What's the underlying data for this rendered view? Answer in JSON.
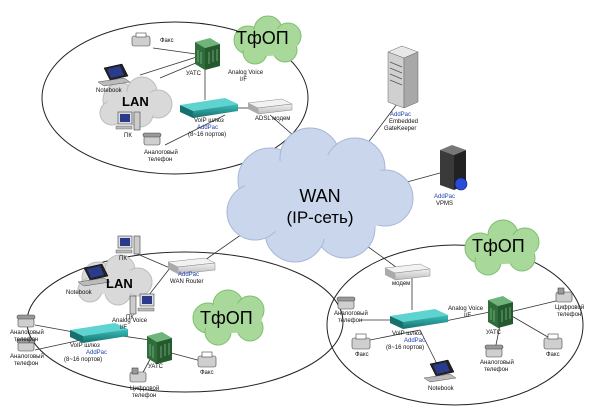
{
  "colors": {
    "cloud": "#c9d6ec",
    "cloud_edge": "#a6b8d8",
    "gray_cloud": "#d9d9d9",
    "switch_green": "#2f6e3a",
    "voip_teal": "#1f8f8c",
    "addpac_blue": "#1a3fb0"
  },
  "wan": {
    "line1": "WAN",
    "line2": "(IP-сеть)"
  },
  "site1": {
    "pstn": "ТфОП",
    "lan": "LAN",
    "fax": "Факс",
    "yatc": "УАТС",
    "analog_voice": "Analog Voice",
    "if": "I/F",
    "notebook": "Notebook",
    "voip_gateway": "VoIP шлюз",
    "addpac": "AddPac",
    "ports": "(8~16 портов)",
    "adsl": "ADSL модем",
    "pc": "ПК",
    "analog_phone_1": "Аналоговый",
    "analog_phone_2": "телефон"
  },
  "gatekeeper": {
    "addpac": "AddPac",
    "line1": "Embedded",
    "line2": "GateKeeper"
  },
  "vpms": {
    "addpac": "AddPac",
    "name": "VPMS"
  },
  "site2": {
    "pc": "ПК",
    "pc2": "ПК",
    "lan": "LAN",
    "notebook": "Notebook",
    "addpac": "AddPac",
    "router": "WAN Router",
    "pstn": "ТфОП",
    "analog_voice": "Analog Voice",
    "if": "I/F",
    "voip_gateway": "VoIP шлюз",
    "addpac2": "AddPac",
    "ports": "(8~16 портов)",
    "yatc": "УАТС",
    "fax": "Факс",
    "digital_1": "Цифровой",
    "digital_2": "телефон",
    "analog_a_1": "Аналоговый",
    "analog_a_2": "телефон",
    "analog_b_1": "Аналоговый",
    "analog_b_2": "телефон"
  },
  "site3": {
    "pstn": "ТфОП",
    "modem": "модем",
    "analog_voice": "Analog Voice",
    "if": "I/F",
    "yatc": "УАТС",
    "voip_gateway": "VoIP шлюз",
    "addpac": "AddPac",
    "ports": "(8~16 портов)",
    "fax1": "Факс",
    "fax2": "Факс",
    "notebook": "Notebook",
    "digital_1": "Цифровой",
    "digital_2": "телефон",
    "analog_a_1": "Аналоговый",
    "analog_a_2": "телефон",
    "analog_b_1": "Аналоговый",
    "analog_b_2": "телефон"
  }
}
